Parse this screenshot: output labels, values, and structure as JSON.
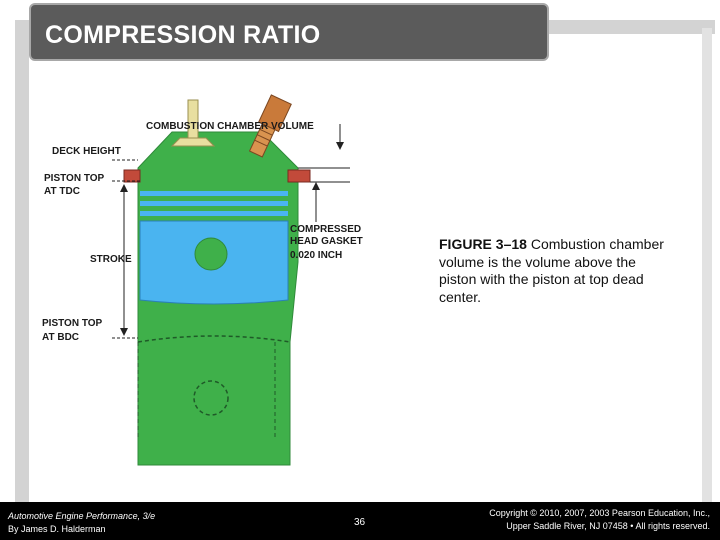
{
  "slide": {
    "title": "COMPRESSION RATIO"
  },
  "diagram": {
    "labels": {
      "combustion_chamber_volume": "COMBUSTION CHAMBER VOLUME",
      "deck_height": "DECK HEIGHT",
      "piston_top_tdc_line1": "PISTON TOP",
      "piston_top_tdc_line2": "AT TDC",
      "compressed_gasket_line1": "COMPRESSED",
      "compressed_gasket_line2": "HEAD GASKET",
      "compressed_gasket_line3": "0.020 INCH",
      "stroke": "STROKE",
      "piston_top_bdc_line1": "PISTON TOP",
      "piston_top_bdc_line2": "AT BDC"
    },
    "colors": {
      "cylinder": "#3fb04a",
      "piston": "#4ab4f0",
      "gasket": "#c24a3a",
      "spark_plug": "#c97a3a",
      "valve": "#e8dfa0"
    }
  },
  "caption": {
    "figure_label": "FIGURE 3–18",
    "text": " Combustion chamber volume is the volume above the piston with the piston at top dead center."
  },
  "footer": {
    "book_title": "Automotive Engine Performance, 3/e",
    "author": "By James D. Halderman",
    "page_number": "36",
    "copyright_line1": "Copyright © 2010, 2007, 2003 Pearson Education, Inc.,",
    "copyright_line2": "Upper Saddle River, NJ 07458 • All rights reserved."
  }
}
